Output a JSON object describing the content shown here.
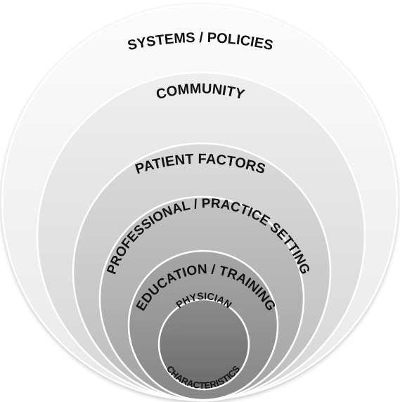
{
  "diagram": {
    "rings": [
      {
        "label": "SYSTEMS / POLICIES",
        "fill_top": "#fbfbfb",
        "fill_bottom": "#e9e9e9"
      },
      {
        "label": "COMMUNITY",
        "fill_top": "#eeeeee",
        "fill_bottom": "#d6d6d6"
      },
      {
        "label": "PATIENT FACTORS",
        "fill_top": "#dadada",
        "fill_bottom": "#bdbdbd"
      },
      {
        "label": "PROFESSIONAL / PRACTICE SETTING",
        "fill_top": "#c3c3c3",
        "fill_bottom": "#a3a3a3"
      },
      {
        "label": "EDUCATION / TRAINING",
        "fill_top": "#a6a6a6",
        "fill_bottom": "#868686"
      },
      {
        "label": "PHYSICIAN",
        "fill_top": "#8c8c8c",
        "fill_bottom": "#6b6b6b"
      },
      {
        "label": "CHARACTERISTICS",
        "fill_top": "#8c8c8c",
        "fill_bottom": "#6b6b6b"
      }
    ]
  }
}
